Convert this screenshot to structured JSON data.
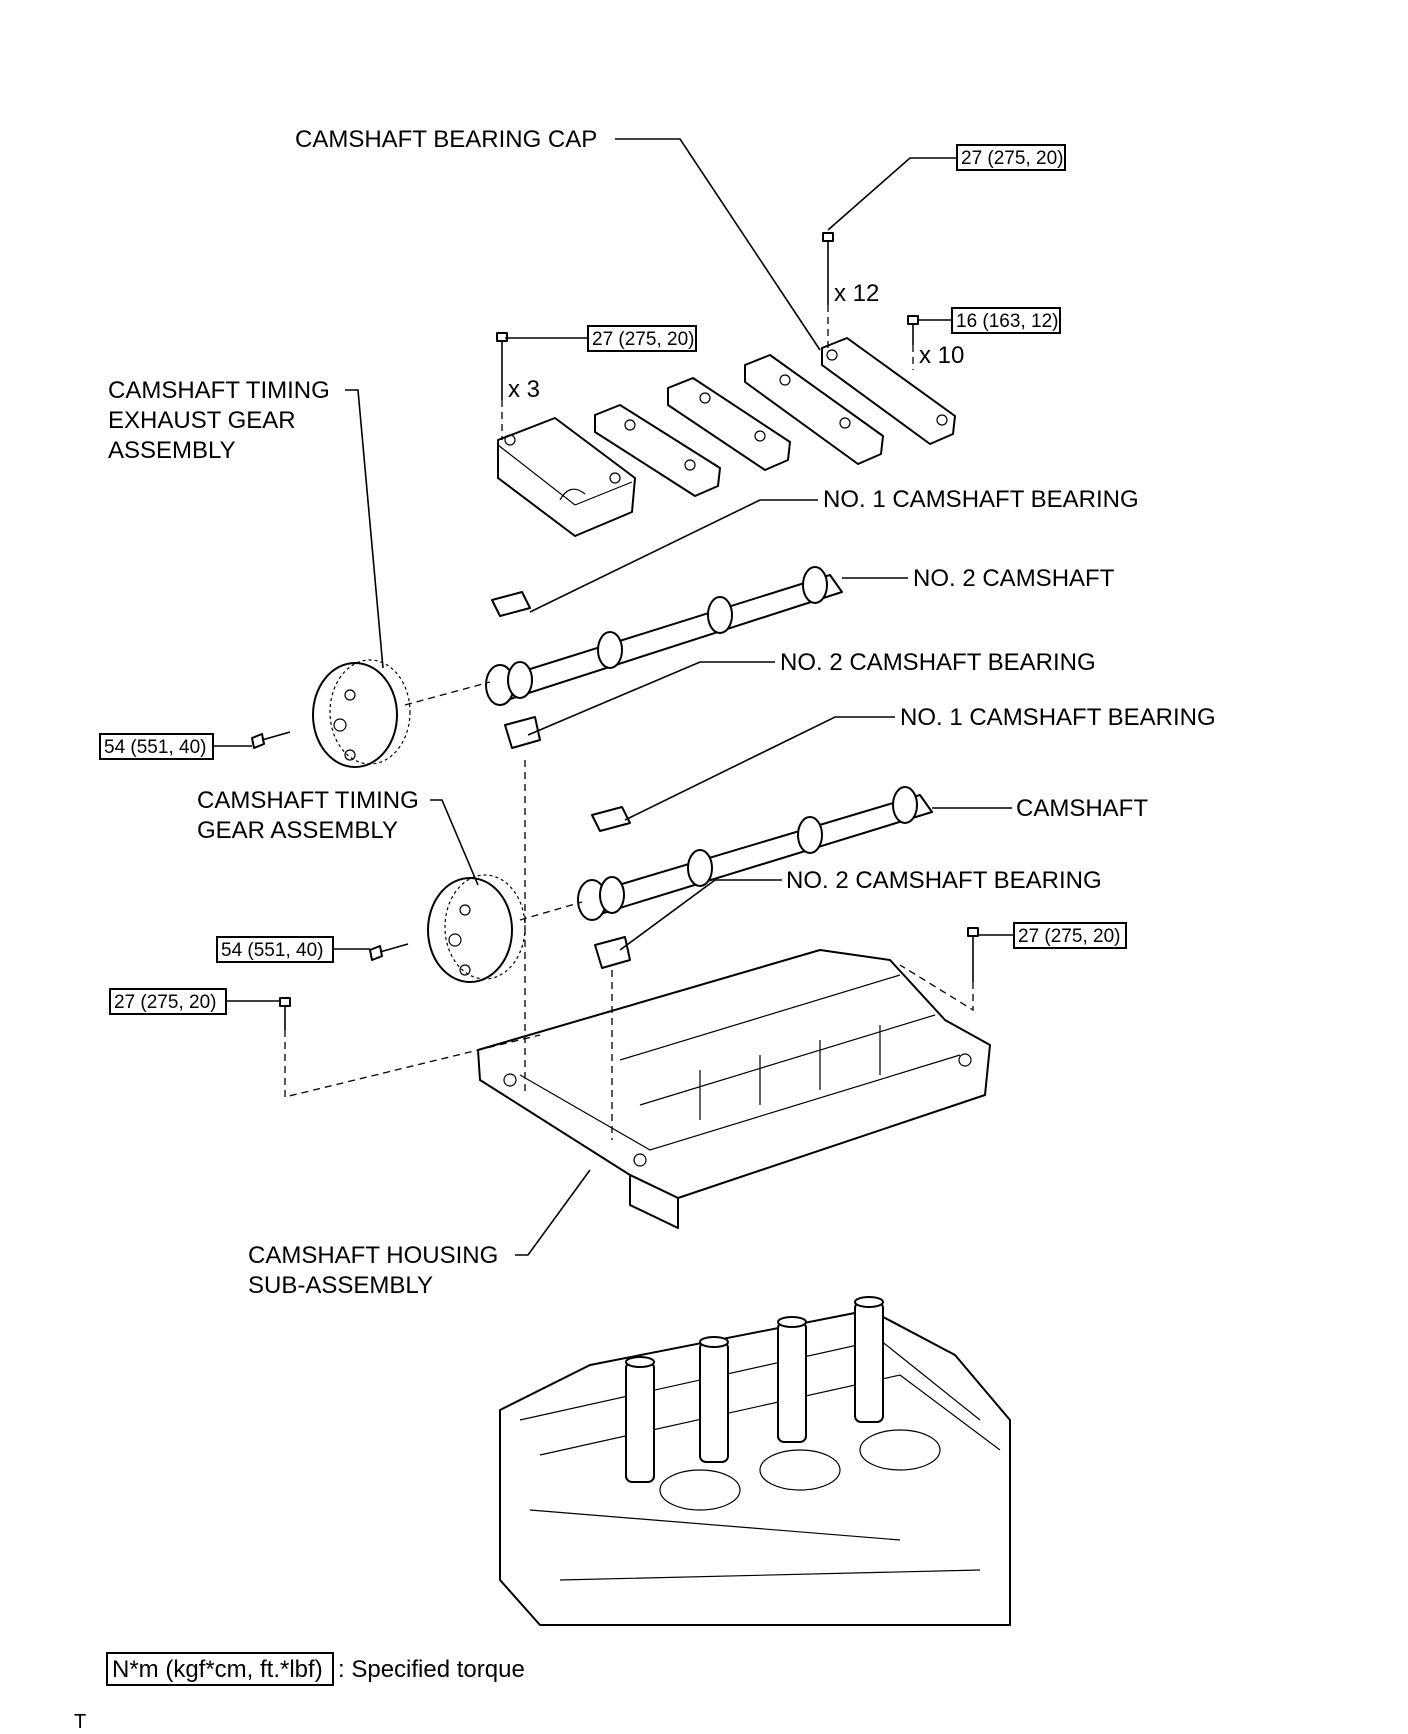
{
  "labels": {
    "camshaft_bearing_cap": "CAMSHAFT BEARING CAP",
    "exhaust_gear_line1": "CAMSHAFT TIMING",
    "exhaust_gear_line2": "EXHAUST GEAR",
    "exhaust_gear_line3": "ASSEMBLY",
    "no1_bearing_upper": "NO. 1 CAMSHAFT BEARING",
    "no2_camshaft": "NO. 2 CAMSHAFT",
    "no2_bearing_upper": "NO. 2 CAMSHAFT BEARING",
    "no1_bearing_lower": "NO. 1 CAMSHAFT BEARING",
    "timing_gear_line1": "CAMSHAFT TIMING",
    "timing_gear_line2": "GEAR ASSEMBLY",
    "camshaft": "CAMSHAFT",
    "no2_bearing_lower": "NO. 2 CAMSHAFT BEARING",
    "housing_line1": "CAMSHAFT HOUSING",
    "housing_line2": "SUB-ASSEMBLY"
  },
  "torques": {
    "cap_bolt_long": "27 (275, 20)",
    "cap_bolt_short": "16 (163, 12)",
    "cap_bolt_front": "27 (275, 20)",
    "exhaust_gear_bolt": "54 (551, 40)",
    "intake_gear_bolt": "54 (551, 40)",
    "housing_bolt_left": "27 (275, 20)",
    "housing_bolt_right": "27 (275, 20)"
  },
  "quantities": {
    "cap_bolt_long": "x 12",
    "cap_bolt_short": "x 10",
    "cap_bolt_front": "x 3"
  },
  "legend": {
    "unit_box": "N*m (kgf*cm, ft.*lbf)",
    "description": ": Specified torque"
  },
  "corner_code": "T"
}
